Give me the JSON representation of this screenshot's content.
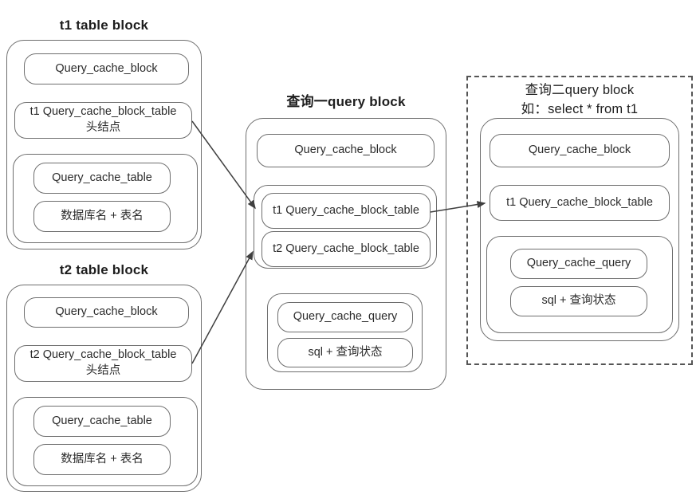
{
  "t1_block": {
    "title": "t1 table block",
    "cache_block_label": "Query_cache_block",
    "head_line1": "t1 Query_cache_block_table",
    "head_line2": "头结点",
    "cache_table_label": "Query_cache_table",
    "db_table_label": "数据库名 + 表名"
  },
  "t2_block": {
    "title": "t2 table block",
    "cache_block_label": "Query_cache_block",
    "head_line1": "t2 Query_cache_block_table",
    "head_line2": "头结点",
    "cache_table_label": "Query_cache_table",
    "db_table_label": "数据库名 + 表名"
  },
  "query1_block": {
    "title": "查询一query block",
    "cache_block_label": "Query_cache_block",
    "t1_entry": "t1 Query_cache_block_table",
    "t2_entry": "t2 Query_cache_block_table",
    "cache_query_label": "Query_cache_query",
    "sql_label": "sql + 查询状态"
  },
  "query2_block": {
    "title": "查询二query block",
    "subtitle": "如：select * from t1",
    "cache_block_label": "Query_cache_block",
    "t1_entry": "t1 Query_cache_block_table",
    "cache_query_label": "Query_cache_query",
    "sql_label": "sql + 查询状态"
  },
  "colors": {
    "border": "#6e6e6e",
    "arrow": "#3f3f3f",
    "text": "#2b2b2b",
    "title": "#1e1e1e",
    "background": "#ffffff"
  }
}
